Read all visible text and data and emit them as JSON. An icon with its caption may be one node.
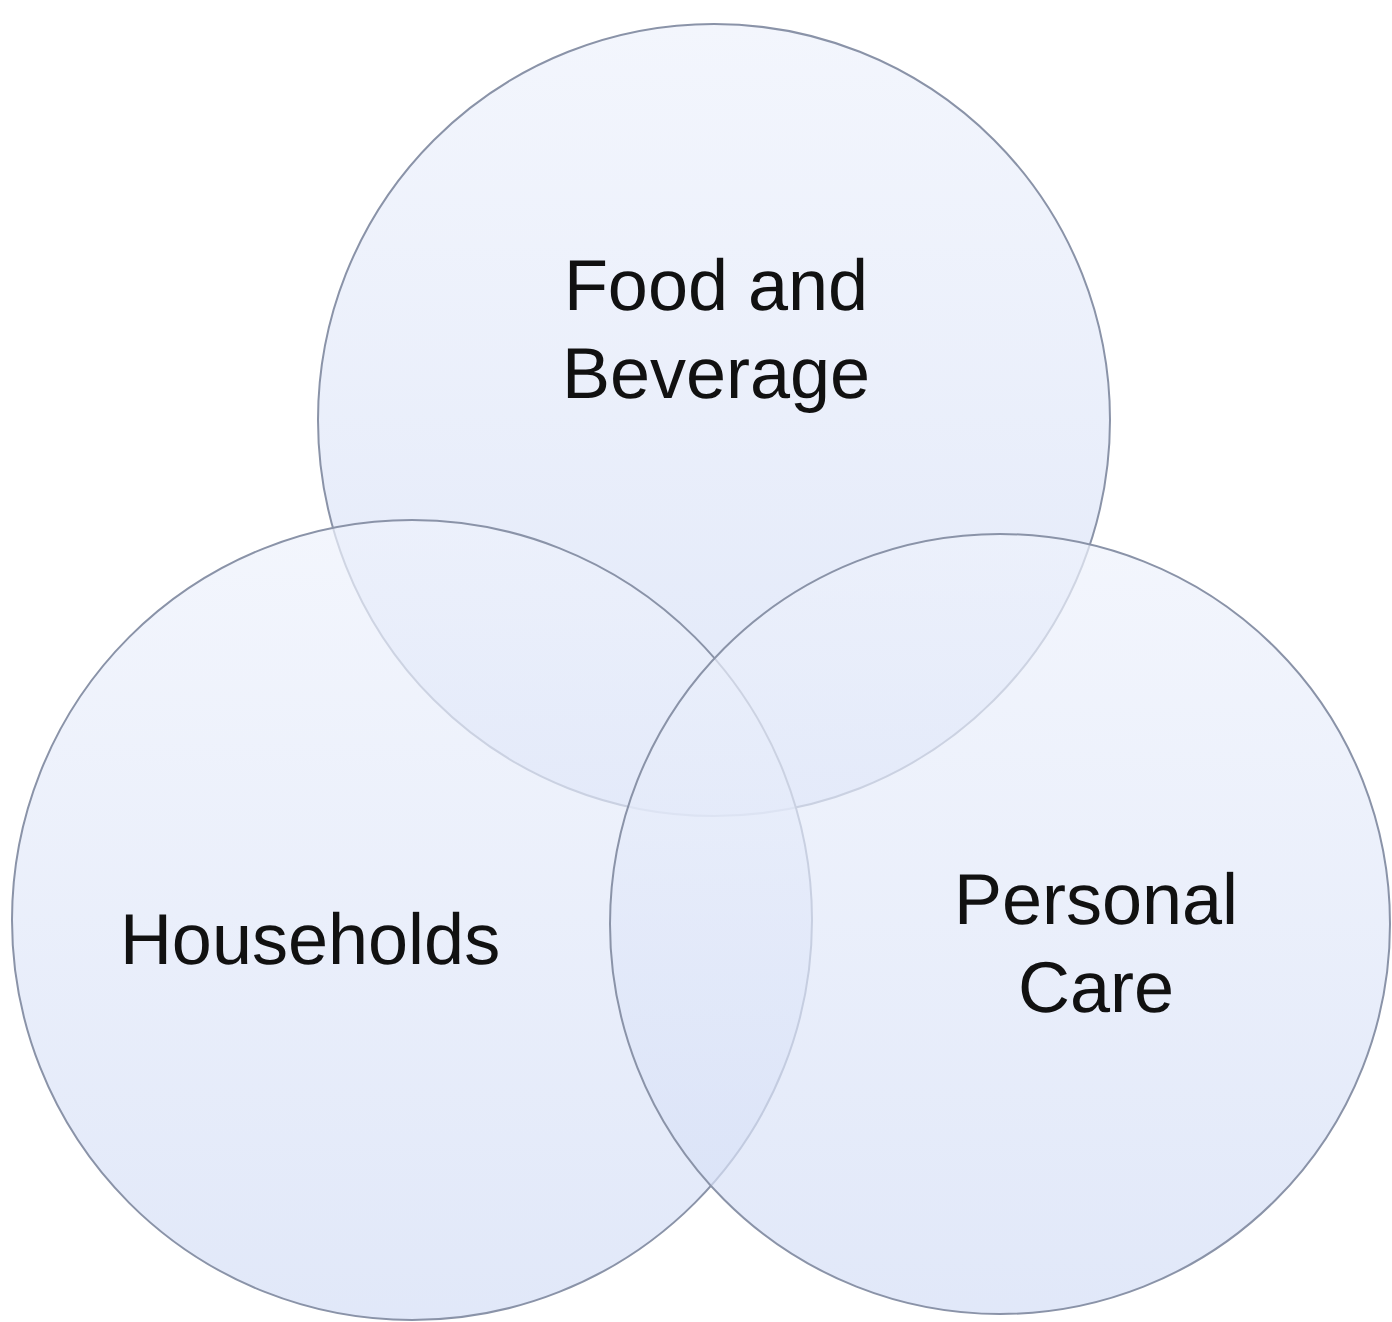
{
  "diagram": {
    "nodes": [
      {
        "text": [
          "Food and Beverage"
        ]
      },
      {
        "text": [
          "Households"
        ]
      },
      {
        "text": [
          "Personal Care"
        ]
      }
    ]
  }
}
